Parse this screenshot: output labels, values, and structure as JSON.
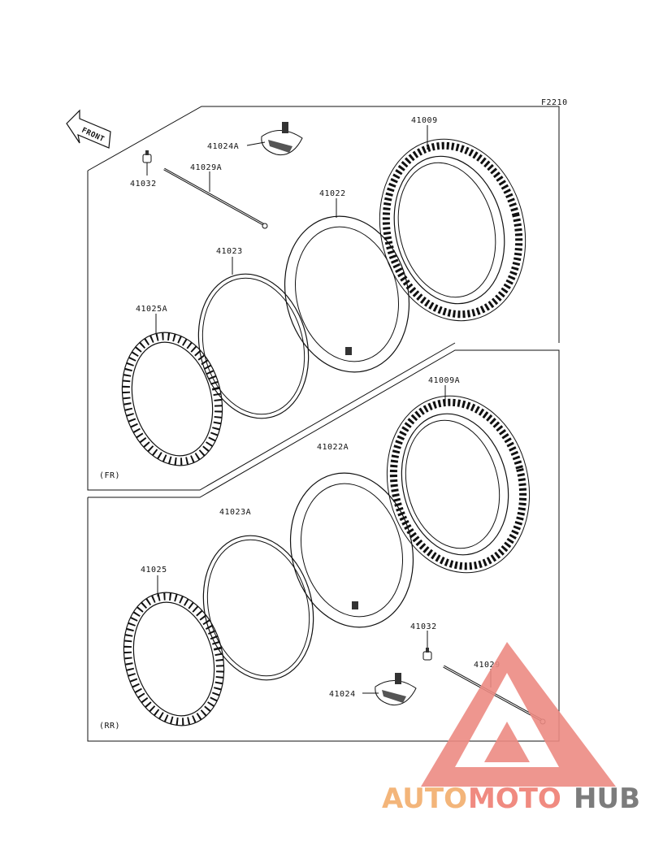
{
  "diagram": {
    "code": "F2210",
    "front_label": "FRONT",
    "front_section_label": "(FR)",
    "rear_section_label": "(RR)",
    "parts": {
      "p41009": "41009",
      "p41024A": "41024A",
      "p41032_top": "41032",
      "p41029A": "41029A",
      "p41022": "41022",
      "p41023": "41023",
      "p41025A": "41025A",
      "p41009A": "41009A",
      "p41022A": "41022A",
      "p41023A": "41023A",
      "p41025": "41025",
      "p41032_bottom": "41032",
      "p41029": "41029",
      "p41024": "41024"
    }
  },
  "watermark": {
    "auto": "AUTO",
    "moto": "MOTO",
    "hub": "HUB",
    "colors": {
      "auto": "#f3b57a",
      "moto": "#f08a80",
      "hub": "#7c7c7c",
      "triangle": "#ec8b83"
    }
  }
}
